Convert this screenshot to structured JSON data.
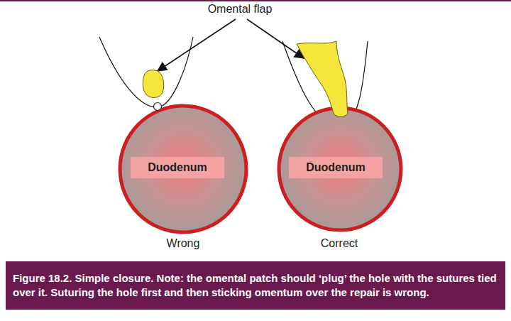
{
  "diagram": {
    "caption": "Figure 18.2. Simple closure. Note: the omental patch should ‘plug’ the hole with the sutures tied over it. Suturing the hole first and then sticking omentum over the repair is wrong.",
    "nodes": [
      {
        "text": [
          "Duodenum"
        ]
      },
      {
        "text": [
          "Duodenum"
        ]
      }
    ],
    "labels": [
      "Omental flap",
      "Wrong",
      "Correct"
    ]
  }
}
